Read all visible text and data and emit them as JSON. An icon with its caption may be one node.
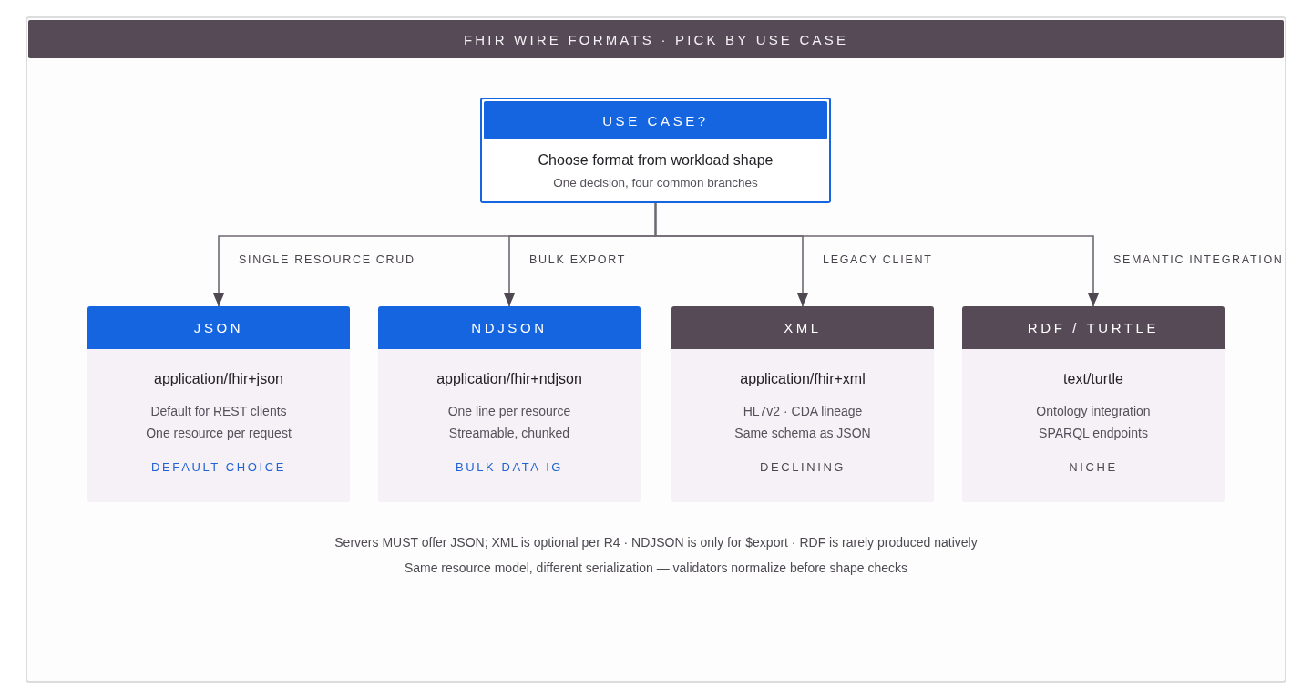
{
  "diagram": {
    "title": "FHIR WIRE FORMATS · PICK BY USE CASE",
    "nodes": [
      {
        "text": [
          "USE CASE?",
          "Choose format from workload shape",
          "One decision, four common branches"
        ]
      },
      {
        "text": [
          "JSON",
          "application/fhir+json",
          "Default for REST clients",
          "One resource per request",
          "DEFAULT CHOICE"
        ]
      },
      {
        "text": [
          "NDJSON",
          "application/fhir+ndjson",
          "One line per resource",
          "Streamable, chunked",
          "BULK DATA IG"
        ]
      },
      {
        "text": [
          "XML",
          "application/fhir+xml",
          "HL7v2 · CDA lineage",
          "Same schema as JSON",
          "DECLINING"
        ]
      },
      {
        "text": [
          "RDF / TURTLE",
          "text/turtle",
          "Ontology integration",
          "SPARQL endpoints",
          "NICHE"
        ]
      }
    ],
    "edges": [
      {
        "from": 0,
        "to": 1,
        "arrow": "to",
        "label": "SINGLE RESOURCE CRUD"
      },
      {
        "from": 0,
        "to": 2,
        "arrow": "to",
        "label": "BULK EXPORT"
      },
      {
        "from": 0,
        "to": 3,
        "arrow": "to",
        "label": "LEGACY CLIENT"
      },
      {
        "from": 0,
        "to": 4,
        "arrow": "to",
        "label": "SEMANTIC INTEGRATION"
      }
    ],
    "labels": [
      "Servers MUST offer JSON; XML is optional per R4 · NDJSON is only for $export · RDF is rarely produced natively",
      "Same resource model, different serialization — validators normalize before shape checks"
    ]
  }
}
